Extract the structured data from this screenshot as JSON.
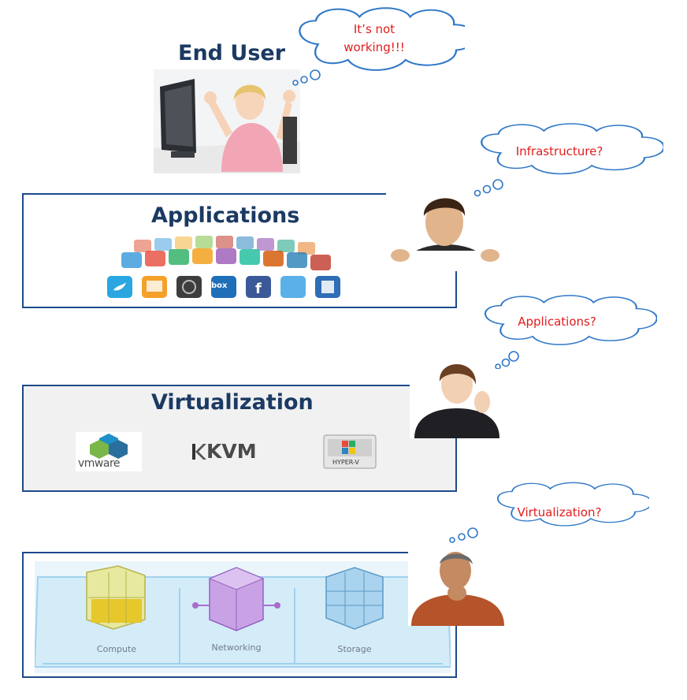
{
  "end_user": {
    "title": "End User",
    "bubble": [
      "It’s not",
      "working!!!"
    ]
  },
  "applications": {
    "title": "Applications",
    "bubble": "Infrastructure?",
    "app_tiles": [
      "bird-app-icon",
      "news-app-icon",
      "music-app-icon",
      "box-app-icon",
      "social-app-icon",
      "phone-app-icon",
      "square-app-icon"
    ],
    "box_label": "box"
  },
  "virtualization": {
    "title": "Virtualization",
    "bubble": "Applications?",
    "vmware_label": "vmware",
    "kvm_label": "KVM",
    "hyperv_label": "HYPER-V"
  },
  "infrastructure": {
    "bubble": "Virtualization?",
    "labels": [
      "Compute",
      "Networking",
      "Storage"
    ]
  },
  "colors": {
    "tier_border": "#1e4a8a",
    "title": "#1b3a63",
    "bubble_text": "#e21c1c",
    "bubble_stroke": "#2f78c8"
  }
}
